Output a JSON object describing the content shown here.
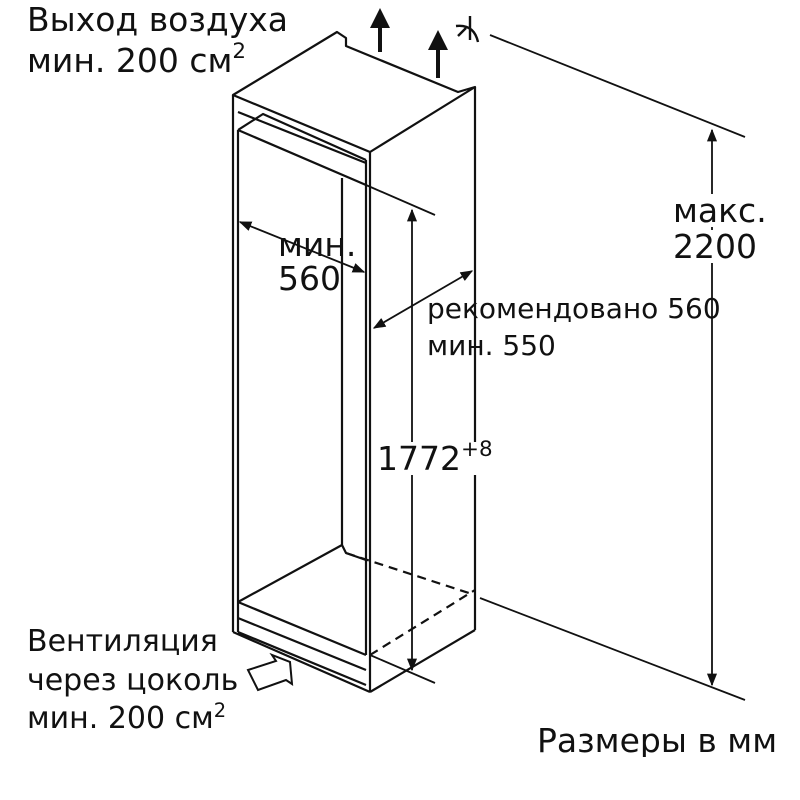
{
  "labels": {
    "air_outlet_line1": "Выход воздуха",
    "air_outlet_line2": "мин. 200 см",
    "air_outlet_exp": "2",
    "niche_width_line1": "мин.",
    "niche_width_line2": "560",
    "niche_depth_line1": "рекомендовано 560",
    "niche_depth_line2": "мин. 550",
    "niche_height_value": "1772",
    "niche_height_tolerance": "+8",
    "max_height_line1": "макс.",
    "max_height_line2": "2200",
    "ventilation_line1": "Вентиляция",
    "ventilation_line2": "через цоколь",
    "ventilation_line3": "мин. 200 см",
    "ventilation_exp": "2",
    "units_note": "Размеры в мм"
  },
  "icons": [
    "arrow-up-icon",
    "fan-symbol-icon",
    "dimension-arrow-icon",
    "airflow-arrow-icon"
  ],
  "colors": {
    "stroke": "#111111",
    "background": "#ffffff"
  }
}
